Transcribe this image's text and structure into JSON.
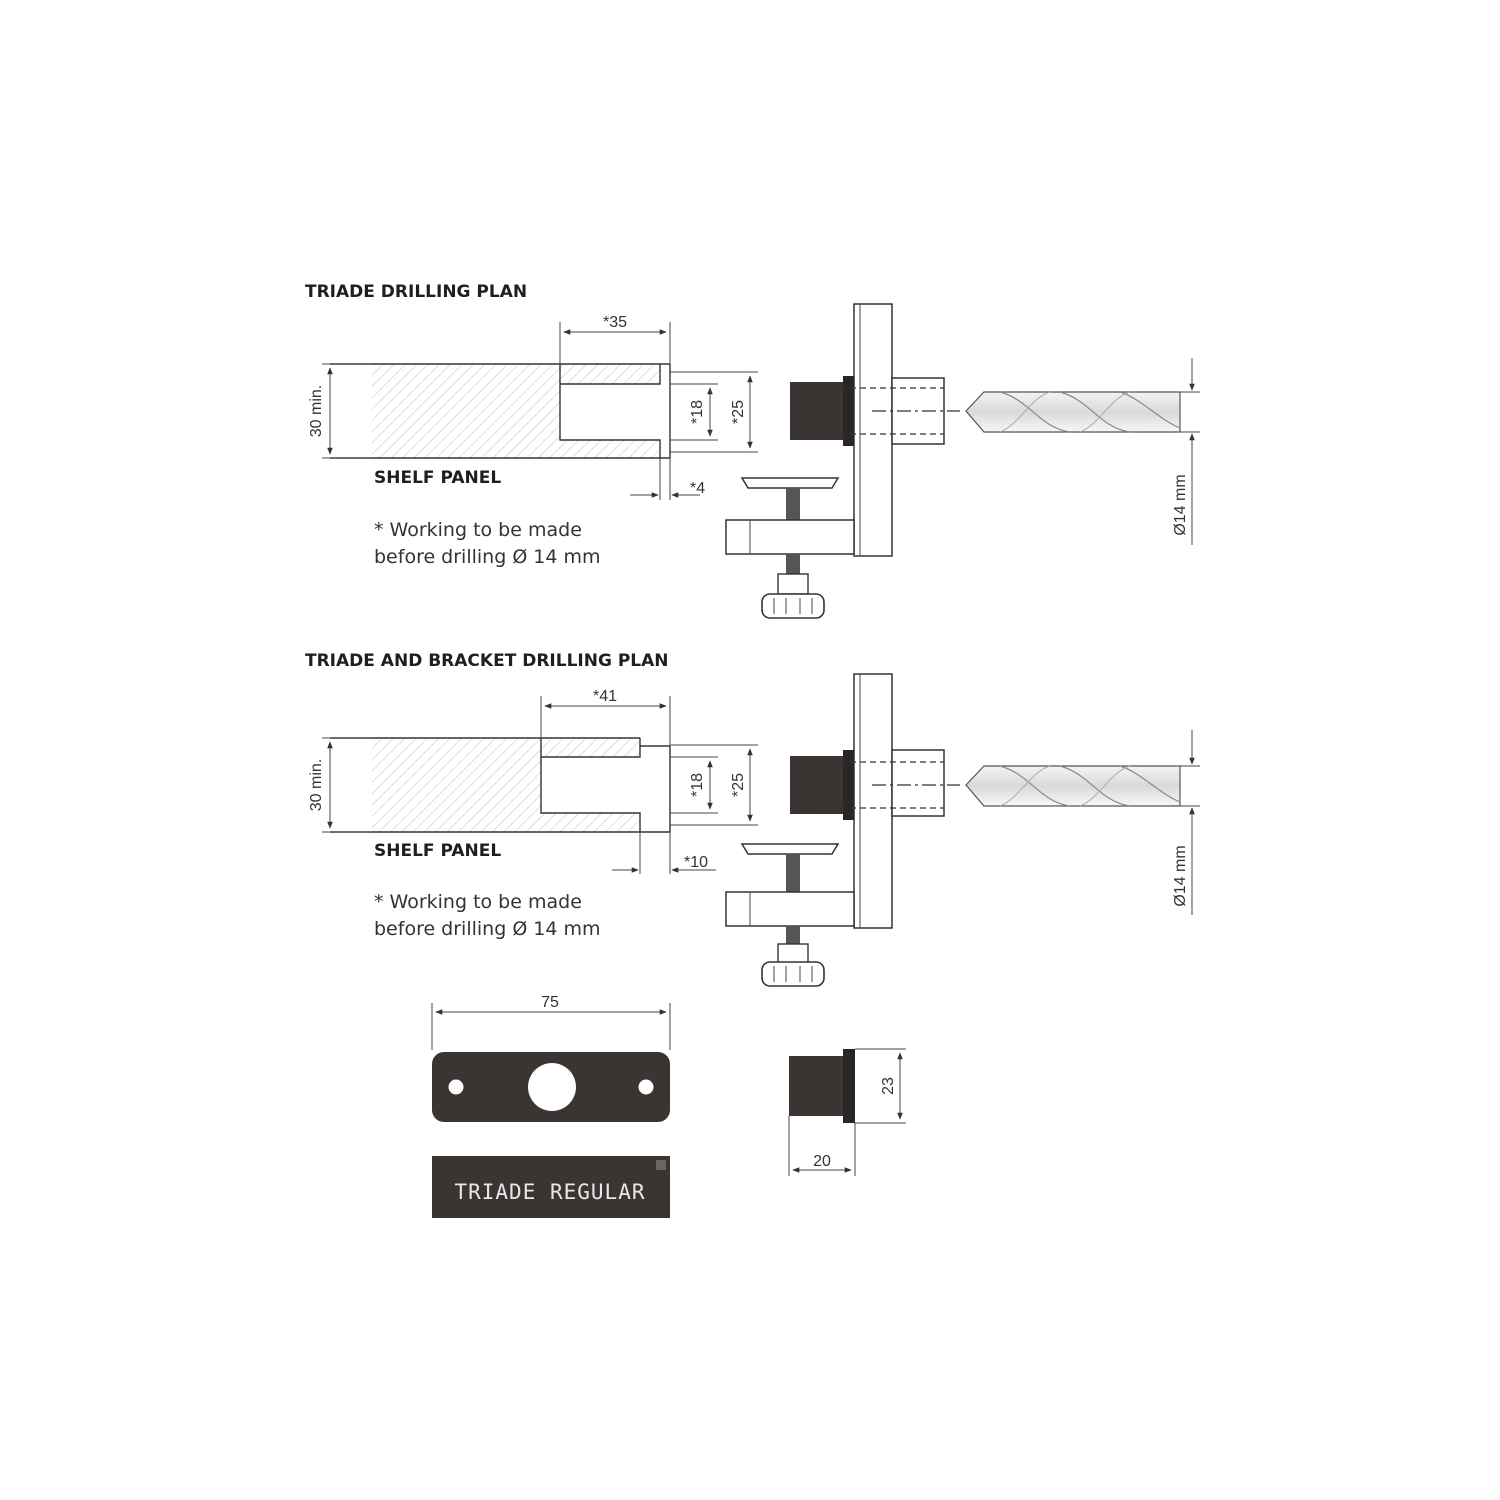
{
  "sections": [
    {
      "title": "TRIADE DRILLING PLAN",
      "panel_label": "SHELF PANEL",
      "note_line1": "* Working to be made",
      "note_line2": "before drilling Ø 14 mm",
      "dim_thickness": "30 min.",
      "dim_depth": "*35",
      "dim_inner": "*18",
      "dim_outer": "*25",
      "dim_lip": "*4",
      "dim_drill": "Ø14 mm"
    },
    {
      "title": "TRIADE AND BRACKET DRILLING PLAN",
      "panel_label": "SHELF PANEL",
      "note_line1": "* Working to be made",
      "note_line2": "before drilling Ø 14 mm",
      "dim_thickness": "30 min.",
      "dim_depth": "*41",
      "dim_inner": "*18",
      "dim_outer": "*25",
      "dim_lip": "*10",
      "dim_drill": "Ø14 mm"
    }
  ],
  "parts": {
    "plate_width": "75",
    "plate_label": "TRIADE REGULAR",
    "bushing_height": "23",
    "bushing_width": "20"
  },
  "colors": {
    "dark_part": "#3a3533",
    "ink": "#333333",
    "hatch": "#c8c8c8"
  }
}
